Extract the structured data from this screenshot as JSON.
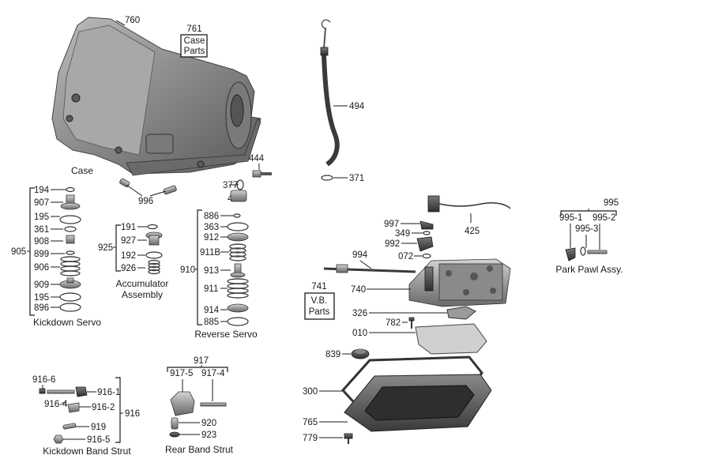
{
  "diagram": {
    "case": {
      "part": "760",
      "label": "Case",
      "parts_box": [
        "761",
        "Case",
        "Parts"
      ]
    },
    "governor_parts": {
      "plug": "996",
      "sensor": "444",
      "oring": "377",
      "connector": "410"
    },
    "dipstick": {
      "tube": "494",
      "oring": "371"
    },
    "kickdown_servo": {
      "group": "905",
      "items": [
        "194",
        "907",
        "195",
        "361",
        "908",
        "899",
        "906",
        "909",
        "195",
        "896"
      ],
      "caption": "Kickdown Servo"
    },
    "accumulator": {
      "group": "925",
      "items": [
        "191",
        "927",
        "192",
        "926"
      ],
      "caption_line1": "Accumulator",
      "caption_line2": "Assembly"
    },
    "reverse_servo": {
      "group": "910",
      "items": [
        "886",
        "363",
        "912",
        "911B",
        "913",
        "911",
        "914",
        "885"
      ],
      "caption": "Reverse Servo"
    },
    "valve_body": {
      "harness": "425",
      "items": [
        "997",
        "349",
        "992",
        "072"
      ],
      "shaft": "994",
      "body": "740",
      "parts_box": [
        "741",
        "V.B.",
        "Parts"
      ],
      "gasket": "326",
      "bolt": "782",
      "filter": "010",
      "magnet": "839",
      "pan_gasket": "300",
      "pan": "765",
      "pan_bolt": "779"
    },
    "park_pawl": {
      "group": "995",
      "items": [
        "995-1",
        "995-2",
        "995-3"
      ],
      "caption": "Park Pawl Assy."
    },
    "kickdown_band_strut": {
      "group": "916",
      "items": [
        "916-6",
        "916-1",
        "916-4",
        "916-2",
        "919",
        "916-5"
      ],
      "caption": "Kickdown Band Strut"
    },
    "rear_band_strut": {
      "group": "917",
      "items": [
        "917-5",
        "917-4",
        "920",
        "923"
      ],
      "caption": "Rear Band Strut"
    }
  }
}
